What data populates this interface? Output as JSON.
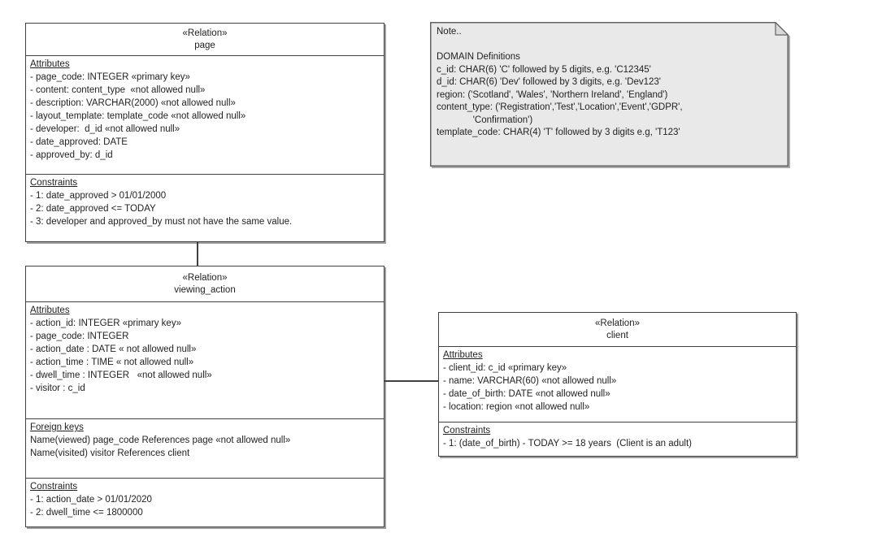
{
  "colors": {
    "canvas_bg": "#ffffff",
    "box_bg": "#ffffff",
    "box_border": "#404040",
    "box_shadow": "#9e9e9e",
    "note_fill": "#e9e9e9",
    "note_fold_fill": "#d9d9d9",
    "note_border": "#636363",
    "text": "#1f1f1f"
  },
  "note": {
    "title": "Note..",
    "lines": [
      "",
      "DOMAIN Definitions",
      "c_id: CHAR(6) 'C' followed by 5 digits, e.g. 'C12345'",
      "d_id: CHAR(6) 'Dev' followed by 3 digits, e.g. 'Dev123'",
      "region: ('Scotland', 'Wales', 'Northern Ireland', 'England')",
      "content_type: ('Registration','Test','Location','Event','GDPR',",
      "              'Confirmation')",
      "template_code: CHAR(4) 'T' followed by 3 digits e.g, 'T123'"
    ]
  },
  "relations": {
    "page": {
      "stereotype": "«Relation»",
      "name": "page",
      "attributes_heading": "Attributes",
      "attributes": [
        "- page_code: INTEGER «primary key»",
        "- content: content_type  «not allowed null»",
        "- description: VARCHAR(2000) «not allowed null»",
        "- layout_template: template_code «not allowed null»",
        "- developer:  d_id «not allowed null»",
        "- date_approved: DATE",
        "- approved_by: d_id"
      ],
      "constraints_heading": "Constraints",
      "constraints": [
        "- 1: date_approved > 01/01/2000",
        "- 2: date_approved <= TODAY",
        "- 3: developer and approved_by must not have the same value."
      ]
    },
    "viewing_action": {
      "stereotype": "«Relation»",
      "name": "viewing_action",
      "attributes_heading": "Attributes",
      "attributes": [
        "- action_id: INTEGER «primary key»",
        "- page_code: INTEGER",
        "- action_date : DATE « not allowed null»",
        "- action_time : TIME « not allowed null»",
        "- dwell_time : INTEGER   «not allowed null»",
        "- visitor : c_id"
      ],
      "foreign_keys_heading": "Foreign keys",
      "foreign_keys": [
        "Name(viewed) page_code References page «not allowed null»",
        "Name(visited) visitor References client"
      ],
      "constraints_heading": "Constraints",
      "constraints": [
        "- 1: action_date > 01/01/2020",
        "- 2: dwell_time <= 1800000"
      ]
    },
    "client": {
      "stereotype": "«Relation»",
      "name": "client",
      "attributes_heading": "Attributes",
      "attributes": [
        "- client_id: c_id «primary key»",
        "- name: VARCHAR(60) «not allowed null»",
        "- date_of_birth: DATE «not allowed null»",
        "- location: region «not allowed null»"
      ],
      "constraints_heading": "Constraints",
      "constraints": [
        "- 1: (date_of_birth) - TODAY >= 18 years  (Client is an adult)"
      ]
    }
  }
}
